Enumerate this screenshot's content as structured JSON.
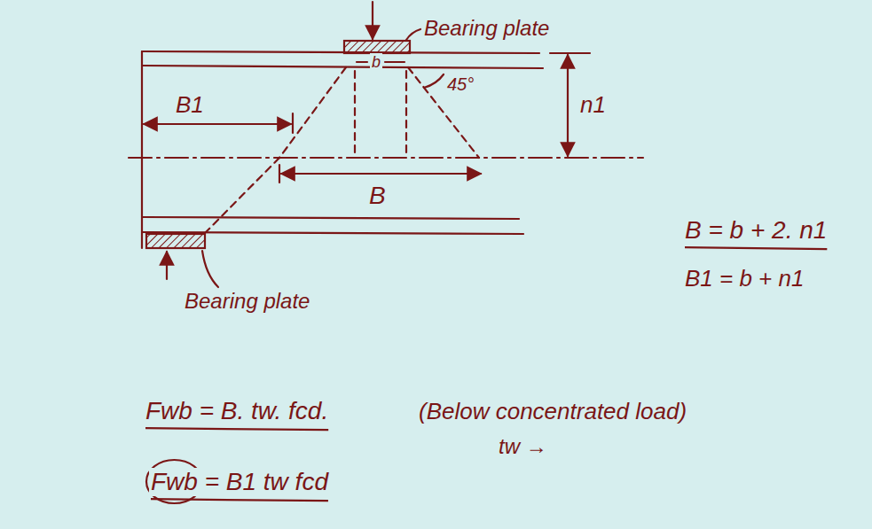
{
  "diagram": {
    "labels": [
      "Bearing plate",
      "b",
      "45°",
      "B1",
      "n1",
      "B",
      "Bearing plate",
      "B = b + 2. n1",
      "B1 = b + n1",
      "Fwb = B. tw. fcd.",
      "(Below concentrated load)",
      "tw →",
      "Fwb = B1 tw fcd"
    ]
  }
}
